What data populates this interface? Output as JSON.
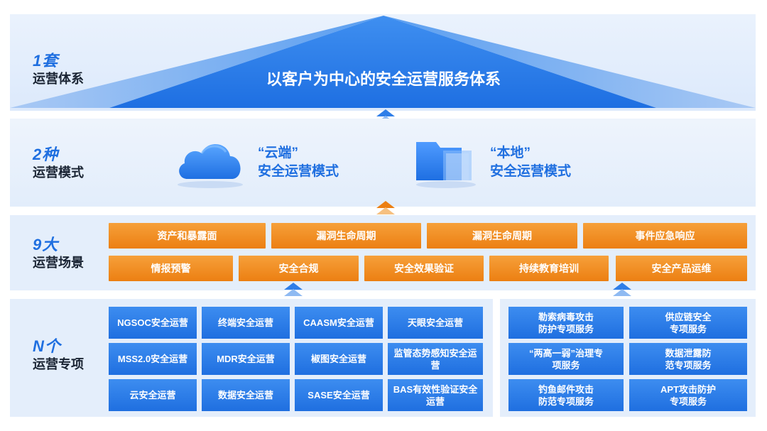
{
  "layers": {
    "l1": {
      "num": "1套",
      "title": "运营体系",
      "banner": "以客户为中心的安全运营服务体系"
    },
    "l2": {
      "num": "2种",
      "title": "运营模式",
      "modes": [
        {
          "line1": "“云端”",
          "line2": "安全运营模式",
          "icon": "cloud-icon"
        },
        {
          "line1": "“本地”",
          "line2": "安全运营模式",
          "icon": "folder-icon"
        }
      ]
    },
    "l3": {
      "num": "9大",
      "title": "运营场景",
      "row1": [
        "资产和暴露面",
        "漏洞生命周期",
        "漏洞生命周期",
        "事件应急响应"
      ],
      "row2": [
        "情报预警",
        "安全合规",
        "安全效果验证",
        "持续教育培训",
        "安全产品运维"
      ]
    },
    "l4": {
      "num": "N个",
      "title": "运营专项",
      "left": [
        [
          "NGSOC安全运营",
          "终端安全运营",
          "CAASM安全运营",
          "天眼安全运营"
        ],
        [
          "MSS2.0安全运营",
          "MDR安全运营",
          "椒图安全运营",
          "监管态势感知安全运营"
        ],
        [
          "云安全运营",
          "数据安全运营",
          "SASE安全运营",
          "BAS有效性验证安全运营"
        ]
      ],
      "right": [
        [
          "勒索病毒攻击防护专项服务",
          "供应链安全专项服务"
        ],
        [
          "“两高一弱”治理专项服务",
          "数据泄露防范专项服务"
        ],
        [
          "钓鱼邮件攻击防范专项服务",
          "APT攻击防护专项服务"
        ]
      ]
    }
  },
  "colors": {
    "accent_blue": "#1f6fe0",
    "accent_orange": "#ec7f12",
    "panel_bg": "#e4eefb"
  }
}
